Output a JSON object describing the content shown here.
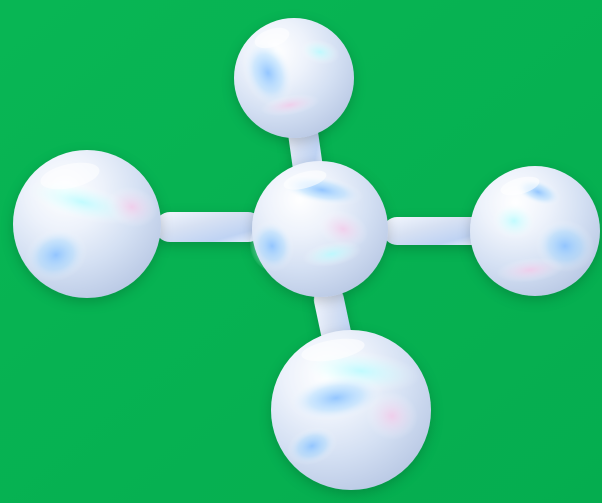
{
  "scene": {
    "subject": "molecule-model",
    "colors": {
      "background": "#07b552",
      "sphere_base": "#dfe8f7",
      "highlight_blue": "#7fb8ff",
      "highlight_cyan": "#9ef3ff",
      "highlight_pink": "#f3c7e6",
      "bond": "#dce6f6"
    },
    "atom_names": [
      "top-atom",
      "center-atom",
      "left-atom",
      "right-atom",
      "bottom-atom"
    ]
  }
}
